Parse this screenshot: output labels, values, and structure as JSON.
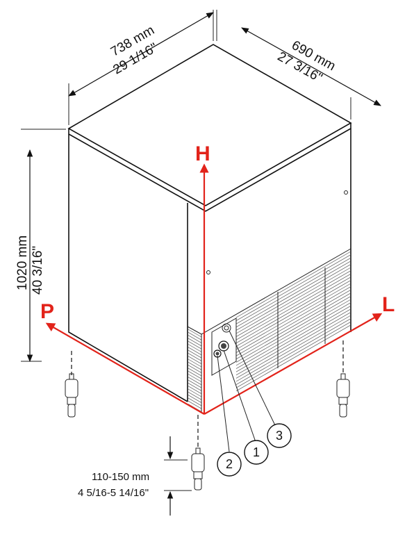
{
  "dimensions": {
    "width_mm": "738 mm",
    "width_in": "29 1/16\"",
    "depth_mm": "690 mm",
    "depth_in": "27 3/16\"",
    "height_mm": "1020 mm",
    "height_in": "40 3/16\"",
    "leg_mm": "110-150 mm",
    "leg_in": "4 5/16-5 14/16\""
  },
  "axes": {
    "height_label": "H",
    "left_label": "P",
    "right_label": "L"
  },
  "callouts": [
    "2",
    "1",
    "3"
  ],
  "colors": {
    "axis": "#e2231a",
    "outline": "#111111"
  }
}
